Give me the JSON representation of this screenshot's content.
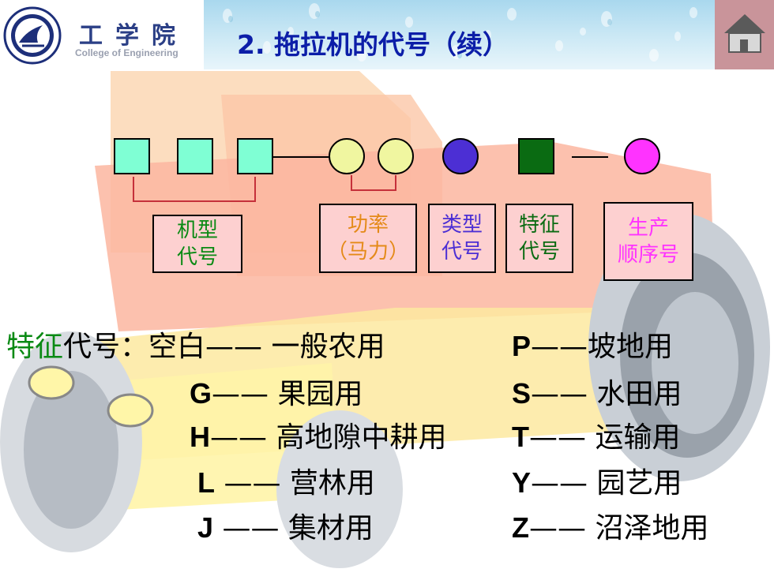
{
  "header": {
    "college_cn": "工学院",
    "college_en": "College of Engineering",
    "title": "2. 拖拉机的代号（续）"
  },
  "colors": {
    "square_fill": "#7fffd4",
    "circle_fill": "#f0f6a0",
    "type_circle": "#4c2fd4",
    "feature_square": "#0a6b12",
    "seq_circle": "#ff33ff",
    "label_bg": "#fdd0d0",
    "heading_green": "#0a8a14"
  },
  "labels": {
    "model": [
      "机型",
      "代号"
    ],
    "power": [
      "功率",
      "（马力）"
    ],
    "type": [
      "类型",
      "代号"
    ],
    "feature": [
      "特征",
      "代号"
    ],
    "sequence": [
      "生产",
      "顺序号"
    ]
  },
  "feature_codes": {
    "heading_green": "特征",
    "heading_rest": "代号：",
    "blank": "空白—— 一般农用",
    "left": [
      {
        "code": "G",
        "text": "—— 果园用"
      },
      {
        "code": "H",
        "text": "—— 高地隙中耕用"
      },
      {
        "code": "L",
        "text": " —— 营林用"
      },
      {
        "code": "J",
        "text": " —— 集材用"
      }
    ],
    "right": [
      {
        "code": "P",
        "text": "——坡地用"
      },
      {
        "code": "S",
        "text": "—— 水田用"
      },
      {
        "code": "T",
        "text": "—— 运输用"
      },
      {
        "code": "Y",
        "text": "—— 园艺用"
      },
      {
        "code": "Z",
        "text": "—— 沼泽地用"
      }
    ]
  }
}
